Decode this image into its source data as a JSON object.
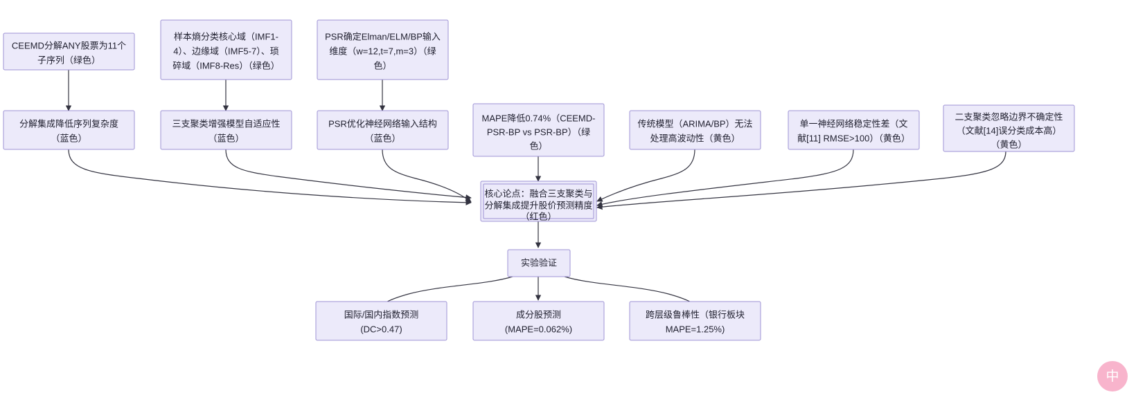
{
  "diagram": {
    "type": "flowchart",
    "title": "",
    "background_color": "#ffffff",
    "node_fill": "#ECEAFA",
    "node_stroke": "#9E93D4",
    "edge_color": "#333340",
    "text_color": "#1f1f2e"
  },
  "nodes": {
    "n1": {
      "lines": [
        "CEEMD分解ANY股票为11个",
        "子序列（绿色）"
      ]
    },
    "n2": {
      "lines": [
        "样本熵分类核心域（IMF1-",
        "4）、边缘域（IMF5-7）、琐",
        "碎域（IMF8-Res）（绿色）"
      ]
    },
    "n3": {
      "lines": [
        "PSR确定Elman/ELM/BP输入",
        "维度（w=12,t=7,m=3）（绿",
        "色）"
      ]
    },
    "n4": {
      "lines": [
        "分解集成降低序列复杂度",
        "（蓝色）"
      ]
    },
    "n5": {
      "lines": [
        "三支聚类增强模型自适应性",
        "（蓝色）"
      ]
    },
    "n6": {
      "lines": [
        "PSR优化神经网络输入结构",
        "（蓝色）"
      ]
    },
    "n7": {
      "lines": [
        "MAPE降低0.74%（CEEMD-",
        "PSR-BP vs PSR-BP）（绿",
        "色）"
      ]
    },
    "n8": {
      "lines": [
        "传统模型（ARIMA/BP）无法",
        "处理高波动性（黄色）"
      ]
    },
    "n9": {
      "lines": [
        "单一神经网络稳定性差（文",
        "献[11] RMSE>100）（黄色）"
      ]
    },
    "n10": {
      "lines": [
        "二支聚类忽略边界不确定性",
        "（文献[14]误分类成本高）",
        "（黄色）"
      ]
    },
    "core": {
      "lines": [
        "核心论点：融合三支聚类与",
        "分解集成提升股价预测精度",
        "（红色）"
      ]
    },
    "exp": {
      "lines": [
        "实验验证"
      ]
    },
    "r1": {
      "lines": [
        "国际/国内指数预测",
        "(DC>0.47)"
      ]
    },
    "r2": {
      "lines": [
        "成分股预测",
        "(MAPE=0.062%)"
      ]
    },
    "r3": {
      "lines": [
        "跨层级鲁棒性（银行板块",
        "MAPE=1.25%)"
      ]
    }
  },
  "watermark": {
    "glyph": "中"
  }
}
